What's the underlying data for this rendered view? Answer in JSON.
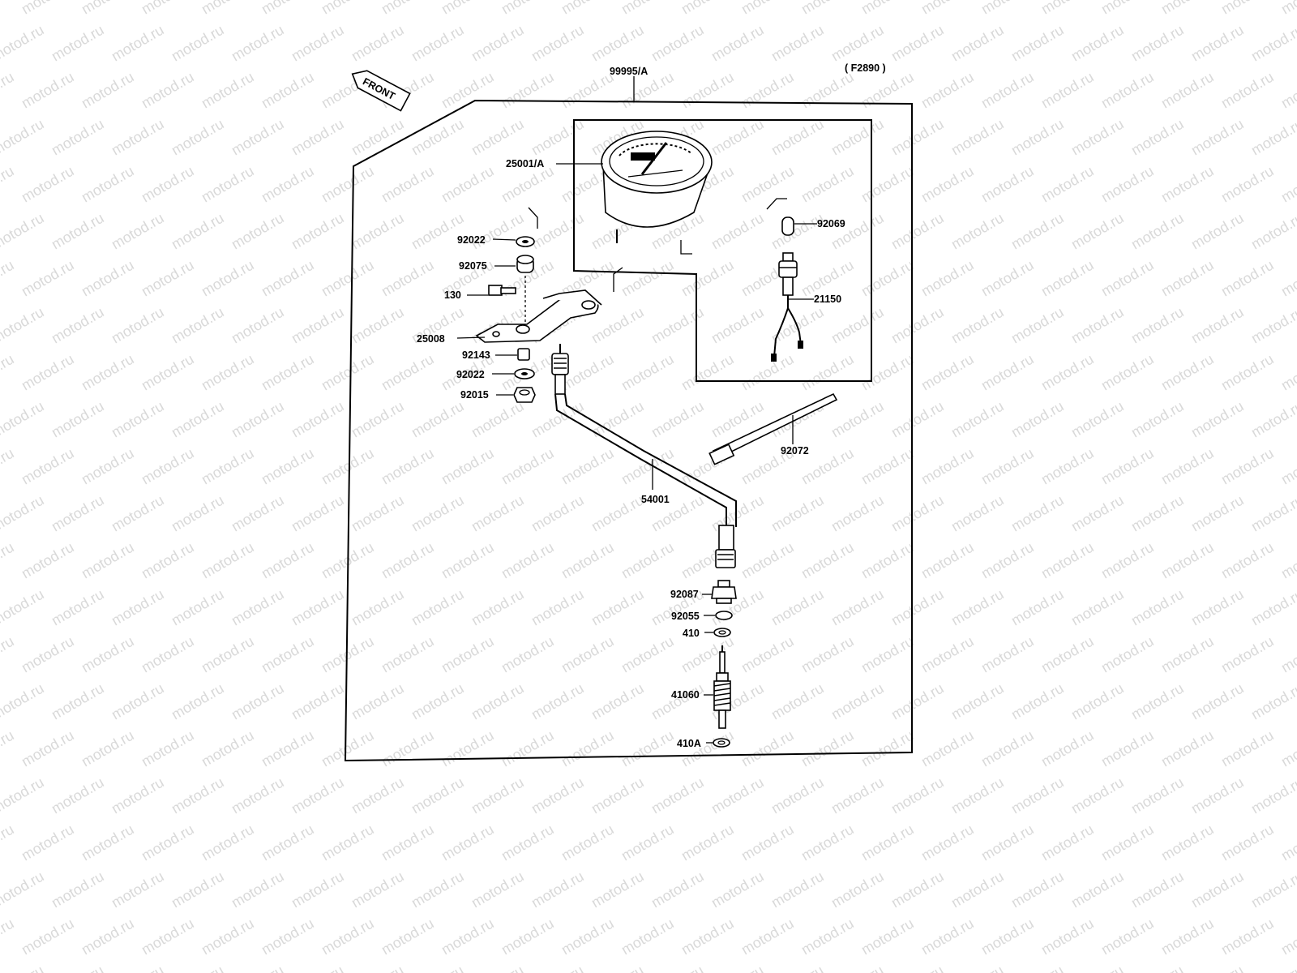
{
  "diagram": {
    "ref_code": "( F2890 )",
    "front_label": "FRONT",
    "watermark": "motod.ru",
    "parts": [
      {
        "key": "assembly",
        "label": "99995/A"
      },
      {
        "key": "meter",
        "label": "25001/A"
      },
      {
        "key": "washer_top",
        "label": "92022"
      },
      {
        "key": "grommet",
        "label": "92075"
      },
      {
        "key": "bolt",
        "label": "130"
      },
      {
        "key": "bracket",
        "label": "25008"
      },
      {
        "key": "collar",
        "label": "92143"
      },
      {
        "key": "washer_bottom",
        "label": "92022"
      },
      {
        "key": "nut",
        "label": "92015"
      },
      {
        "key": "bulb",
        "label": "92069"
      },
      {
        "key": "socket",
        "label": "21150"
      },
      {
        "key": "band",
        "label": "92072"
      },
      {
        "key": "cable",
        "label": "54001"
      },
      {
        "key": "bushing",
        "label": "92087"
      },
      {
        "key": "oring",
        "label": "92055"
      },
      {
        "key": "washer_410",
        "label": "410"
      },
      {
        "key": "gear",
        "label": "41060"
      },
      {
        "key": "washer_410a",
        "label": "410A"
      }
    ]
  }
}
